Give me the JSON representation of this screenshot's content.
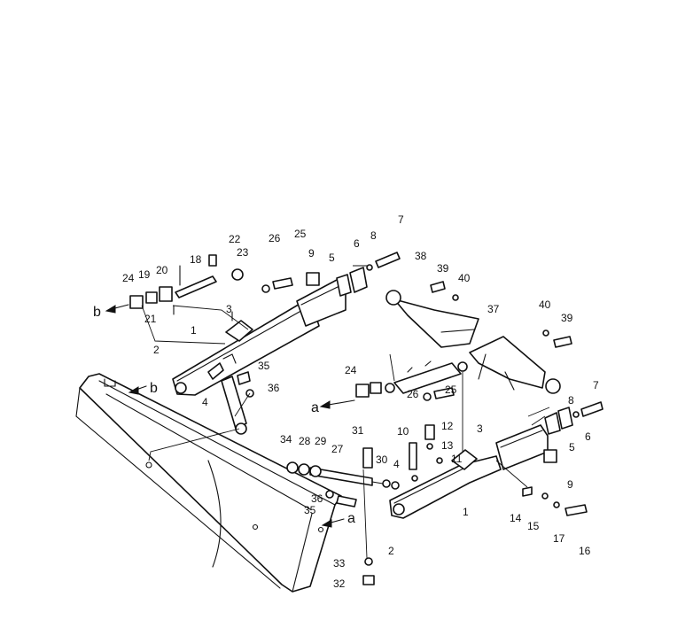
{
  "colors": {
    "ink": "#111111",
    "paper": "#ffffff"
  },
  "parts": [
    "1",
    "2",
    "3",
    "4",
    "5",
    "6",
    "7",
    "8",
    "9",
    "10",
    "11",
    "12",
    "13",
    "14",
    "15",
    "16",
    "17",
    "18",
    "19",
    "20",
    "21",
    "22",
    "23",
    "24",
    "25",
    "26",
    "27",
    "28",
    "29",
    "30",
    "31",
    "32",
    "33",
    "34",
    "35",
    "36",
    "37",
    "38",
    "39",
    "40"
  ],
  "callouts": [
    {
      "label": "1"
    },
    {
      "label": "2"
    },
    {
      "label": "3"
    },
    {
      "label": "4"
    },
    {
      "label": "35"
    },
    {
      "label": "36"
    },
    {
      "label": "18"
    },
    {
      "label": "19"
    },
    {
      "label": "20"
    },
    {
      "label": "21"
    },
    {
      "label": "24"
    },
    {
      "label": "22"
    },
    {
      "label": "23"
    },
    {
      "label": "26"
    },
    {
      "label": "25"
    },
    {
      "label": "9"
    },
    {
      "label": "5"
    },
    {
      "label": "6"
    },
    {
      "label": "8"
    },
    {
      "label": "7"
    },
    {
      "label": "38"
    },
    {
      "label": "39"
    },
    {
      "label": "40"
    },
    {
      "label": "37"
    },
    {
      "label": "40"
    },
    {
      "label": "39"
    },
    {
      "label": "24"
    },
    {
      "label": "26"
    },
    {
      "label": "25"
    },
    {
      "label": "8"
    },
    {
      "label": "7"
    },
    {
      "label": "6"
    },
    {
      "label": "5"
    },
    {
      "label": "9"
    },
    {
      "label": "3"
    },
    {
      "label": "10"
    },
    {
      "label": "12"
    },
    {
      "label": "13"
    },
    {
      "label": "11"
    },
    {
      "label": "4"
    },
    {
      "label": "31"
    },
    {
      "label": "30"
    },
    {
      "label": "27"
    },
    {
      "label": "34"
    },
    {
      "label": "28"
    },
    {
      "label": "29"
    },
    {
      "label": "36"
    },
    {
      "label": "35"
    },
    {
      "label": "1"
    },
    {
      "label": "2"
    },
    {
      "label": "14"
    },
    {
      "label": "15"
    },
    {
      "label": "17"
    },
    {
      "label": "16"
    },
    {
      "label": "33"
    },
    {
      "label": "32"
    }
  ],
  "references": [
    {
      "label": "b"
    },
    {
      "label": "b"
    },
    {
      "label": "a"
    },
    {
      "label": "a"
    }
  ]
}
